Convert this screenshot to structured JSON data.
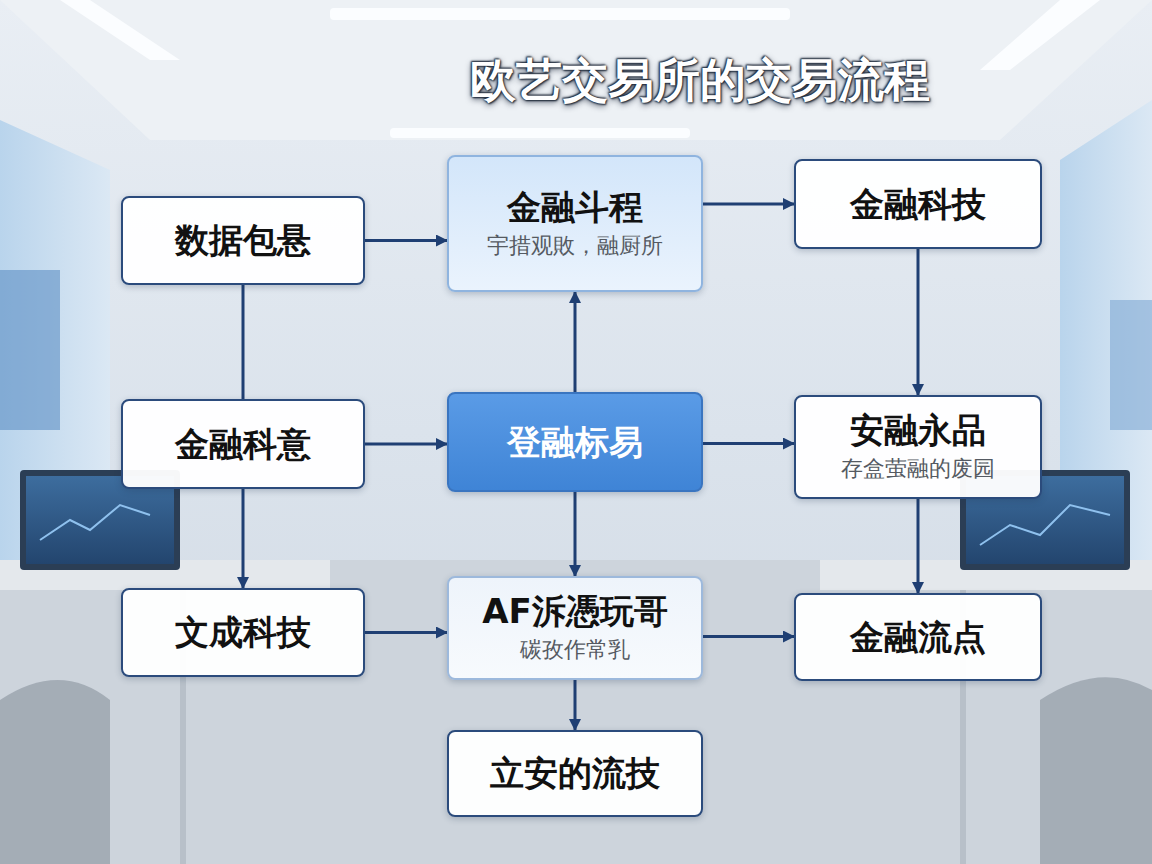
{
  "diagram": {
    "title": "欧艺交易所的交易流程",
    "nodes": [
      {
        "text": [
          "数据包悬"
        ]
      },
      {
        "text": [
          "金融斗程",
          "宇措观敗，融厨所"
        ]
      },
      {
        "text": [
          "金融科技"
        ]
      },
      {
        "text": [
          "金融科意"
        ]
      },
      {
        "text": [
          "登融标易"
        ]
      },
      {
        "text": [
          "安融永品",
          "存盒萤融的废园"
        ]
      },
      {
        "text": [
          "文成科技"
        ]
      },
      {
        "text": [
          "AF泝憑玩哥",
          "碳孜作常乳"
        ]
      },
      {
        "text": [
          "金融流点"
        ]
      },
      {
        "text": [
          "立安的流技"
        ]
      }
    ],
    "edges": [
      {
        "from": 0,
        "to": 1,
        "arrow": "to"
      },
      {
        "from": 1,
        "to": 2,
        "arrow": "to"
      },
      {
        "from": 0,
        "to": 3,
        "arrow": "none"
      },
      {
        "from": 3,
        "to": 4,
        "arrow": "to"
      },
      {
        "from": 4,
        "to": 1,
        "arrow": "to"
      },
      {
        "from": 4,
        "to": 5,
        "arrow": "to"
      },
      {
        "from": 2,
        "to": 5,
        "arrow": "to"
      },
      {
        "from": 3,
        "to": 6,
        "arrow": "to"
      },
      {
        "from": 4,
        "to": 7,
        "arrow": "to"
      },
      {
        "from": 6,
        "to": 7,
        "arrow": "to"
      },
      {
        "from": 7,
        "to": 8,
        "arrow": "to"
      },
      {
        "from": 5,
        "to": 8,
        "arrow": "to"
      },
      {
        "from": 7,
        "to": 9,
        "arrow": "to"
      }
    ]
  }
}
